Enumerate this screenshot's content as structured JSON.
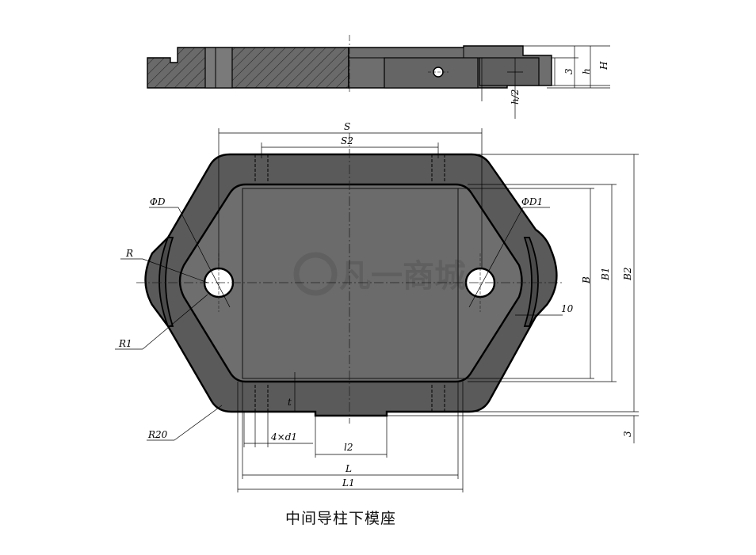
{
  "caption": "中间导柱下模座",
  "watermark": "凡一商城",
  "colors": {
    "body": "#5a5a5a",
    "face": "#6e6e6e",
    "line": "#000000",
    "centerline": "#222222"
  },
  "labels": {
    "phi_d": "ΦD",
    "phi_d1": "ΦD1",
    "r": "R",
    "r1": "R1",
    "r20": "R20",
    "s": "S",
    "s2": "S2",
    "b": "B",
    "b1": "B1",
    "b2": "B2",
    "ten": "10",
    "t": "t",
    "four_d1": "4×d1",
    "l2": "l2",
    "l": "L",
    "l1": "L1",
    "three_bottom": "3",
    "three_top": "3",
    "h": "h",
    "H": "H",
    "h_half": "h/2"
  }
}
